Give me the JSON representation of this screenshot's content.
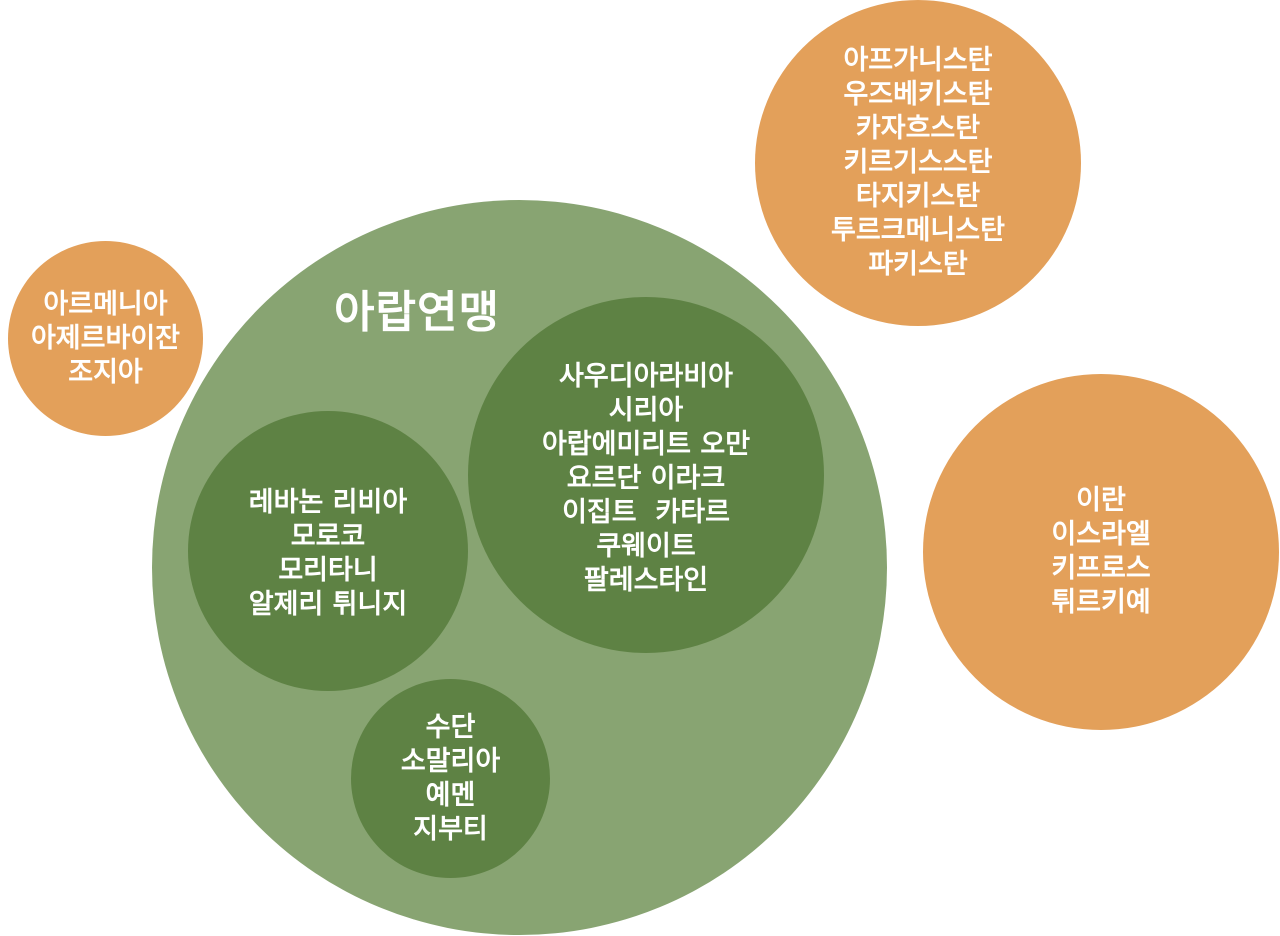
{
  "arab_league": {
    "title": "아랍연맹",
    "groups": [
      {
        "id": "gulf",
        "lines": [
          "사우디아라비아",
          "시리아",
          "아랍에미리트 오만",
          "요르단 이라크",
          "이집트  카타르",
          "쿠웨이트",
          "팔레스타인"
        ]
      },
      {
        "id": "maghreb",
        "lines": [
          "레바논 리비아",
          "모로코",
          "모리타니",
          "알제리 튀니지"
        ]
      },
      {
        "id": "horn",
        "lines": [
          "수단",
          "소말리아",
          "예멘",
          "지부티"
        ]
      }
    ]
  },
  "outer_groups": [
    {
      "id": "caucasus",
      "lines": [
        "아르메니아",
        "아제르바이잔",
        "조지아"
      ]
    },
    {
      "id": "central-asia",
      "lines": [
        "아프가니스탄",
        "우즈베키스탄",
        "카자흐스탄",
        "키르기스스탄",
        "타지키스탄",
        "투르크메니스탄",
        "파키스탄"
      ]
    },
    {
      "id": "near-east",
      "lines": [
        "이란",
        "이스라엘",
        "키프로스",
        "튀르키예"
      ]
    }
  ],
  "colors": {
    "orange": "#e3a05a",
    "arab_league": "#88a472",
    "sub_group": "#5e8244",
    "text": "#ffffff"
  }
}
